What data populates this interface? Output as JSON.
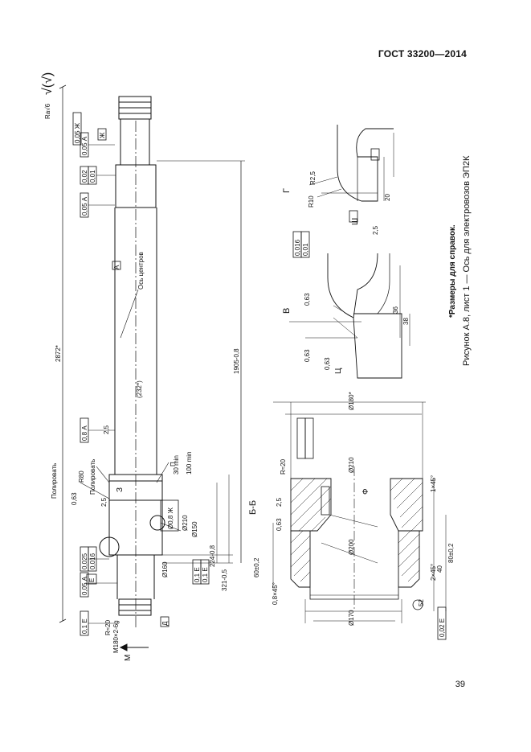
{
  "header": {
    "standard": "ГОСТ 33200—2014"
  },
  "page": {
    "number": "39"
  },
  "figure": {
    "caption": "Рисунок А.8, лист 1 — Ось для электровозов ЭП2К",
    "note": "*Размеры для справок."
  },
  "drawing": {
    "roughness_top": "Ra√6",
    "roughness_sym": "√(√)",
    "labels": {
      "view_B": "В",
      "view_G": "Г",
      "section_BB": "Б-Б",
      "arrow_M": "М",
      "axis_center": "Ось центров",
      "polish_1": "Полировать",
      "polish_2": "Полировать",
      "letter_A": "А",
      "letter_E": "Е",
      "letter_Zh": "Ж",
      "letter_D": "Д",
      "letter_P": "П",
      "letter_Z": "З",
      "letter_Sh": "Ш",
      "letter_Ts": "Ц",
      "letter_F": "Ф"
    },
    "dimensions": {
      "overall_length": "2872*",
      "length_1": "1905-0,8",
      "length_224": "224-0,8",
      "length_321": "321-0,5",
      "d_232": "(232*)",
      "d_210": "Ø210",
      "d_160": "Ø160",
      "d_150": "Ø150",
      "d_170": "Ø170",
      "l_30": "30 min",
      "l_100": "100 min",
      "r_20": "R≈20",
      "r_80": "R80",
      "r_10": "R10",
      "r_25": "R2,5",
      "l_38": "38",
      "l_36": "36",
      "l_20": "20",
      "thread": "М180×2-6g",
      "chamfer_1": "1×45°",
      "chamfer_2": "2×45°",
      "chamfer_3": "0,8×45°",
      "sec_80": "80±0,2",
      "sec_60": "60±0,2",
      "sec_40": "40",
      "sec_52": "52",
      "sec_d1": "Ø180*",
      "sec_d2": "Ø210",
      "sec_d3": "Ø200",
      "sec_d4": "Ø170"
    },
    "tolerances": {
      "t1": "0,05 Ж",
      "t2": "0,05 А",
      "t3": "0,02",
      "t4": "0,01",
      "t5": "0,05 А",
      "t6": "0,8 А",
      "t7": "0,025",
      "t8": "0,016",
      "t9": "0,05 А",
      "t10": "0,1 Е",
      "t11": "0,1 Е",
      "t12": "0,02 Е",
      "t13": "0,016",
      "t14": "0,01",
      "t15": "0,1 Е",
      "t16": "Ø0,8 Ж"
    },
    "roughness": {
      "r1": "0,63",
      "r2": "0,63",
      "r3": "2,5",
      "r4": "0,63",
      "r5": "2,5",
      "r6": "0,63",
      "r7": "2,5",
      "r8": "2,5",
      "r9": "0,63"
    }
  }
}
